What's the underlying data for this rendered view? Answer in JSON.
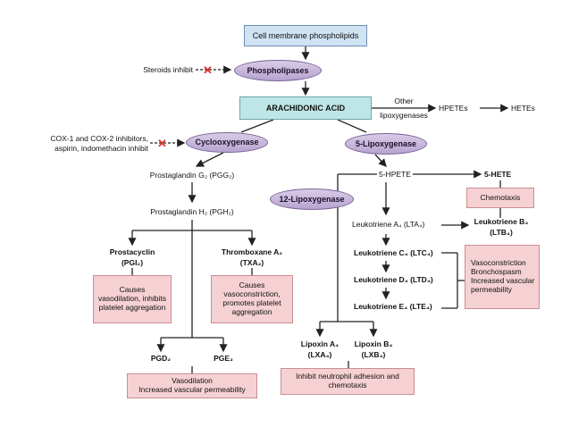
{
  "nodes": {
    "membrane": "Cell membrane phospholipids",
    "phospholipases": "Phospholipases",
    "steroids": "Steroids inhibit",
    "arachidonic": "ARACHIDONIC ACID",
    "other_line1": "Other",
    "other_line2": "lipoxygenases",
    "hpetes": "HPETEs",
    "hetes": "HETEs",
    "cox_inhib_line1": "COX-1 and COX-2 inhibitors,",
    "cox_inhib_line2": "aspirin, indomethacin inhibit",
    "cyclooxygenase": "Cyclooxygenase",
    "lipoxygenase5": "5-Lipoxygenase",
    "pgg2": "Prostaglandin G₂ (PGG₂)",
    "pgh2": "Prostaglandin H₂ (PGH₂)",
    "hpete5": "5-HPETE",
    "hete5": "5-HETE",
    "chemotaxis": "Chemotaxis",
    "lipoxygenase12": "12-Lipoxygenase",
    "lta4": "Leukotriene A₄ (LTA₄)",
    "ltb4_line1": "Leukotriene B₄",
    "ltb4_line2": "(LTB₄)",
    "ltc4": "Leukotriene C₄ (LTC₄)",
    "ltd4": "Leukotriene D₄ (LTD₄)",
    "lte4": "Leukotriene E₄ (LTE₄)",
    "prostacyclin_line1": "Prostacyclin",
    "prostacyclin_line2": "(PGI₂)",
    "thromboxane_line1": "Thromboxane A₂",
    "thromboxane_line2": "(TXA₂)",
    "pgi2_effect": "Causes vasodilation, inhibits platelet aggregation",
    "txa2_effect": "Causes vasoconstriction, promotes platelet aggregation",
    "vaso_effects": "Vasoconstriction Bronchospasm Increased vascular permeability",
    "pgd2": "PGD₂",
    "pge2": "PGE₂",
    "pgd_pge_effect_line1": "Vasodilation",
    "pgd_pge_effect_line2": "Increased vascular permeability",
    "lxa4_line1": "Lipoxin A₄",
    "lxa4_line2": "(LXA₄)",
    "lxb4_line1": "Lipoxin B₄",
    "lxb4_line2": "(LXB₄)",
    "lipoxin_effect": "Inhibit neutrophil adhesion and chemotaxis"
  },
  "colors": {
    "blue_box": "#cfe3f3",
    "teal_box": "#bfe6e6",
    "enzyme_ellipse": "#b8a4cf",
    "effect_box": "#f6d1d3",
    "inhibit_mark": "#e0312b"
  }
}
